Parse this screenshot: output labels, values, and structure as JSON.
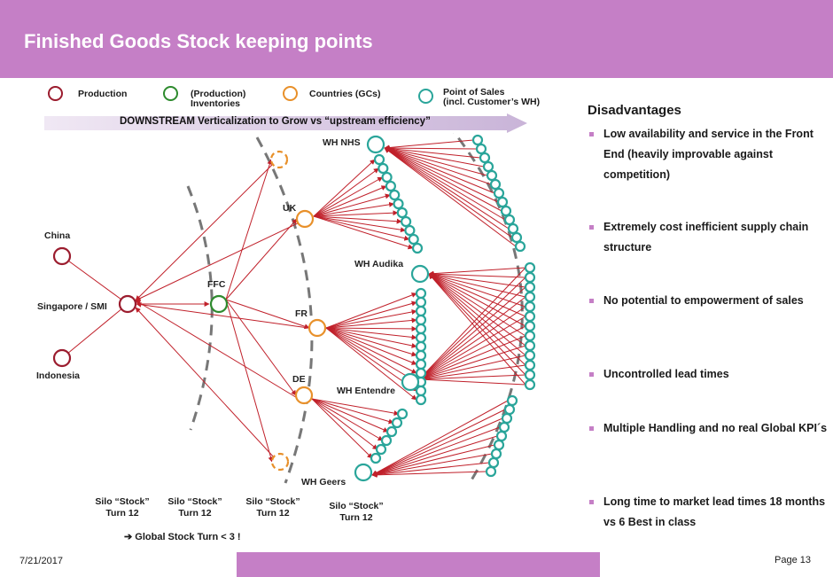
{
  "title": "Finished Goods Stock keeping points",
  "legend": [
    {
      "label": "Production",
      "color": "#9b1c2e"
    },
    {
      "label": "(Production)\nInventories",
      "color": "#2e8b2e"
    },
    {
      "label": "Countries (GCs)",
      "color": "#e8902a"
    },
    {
      "label": "Point of Sales\n(incl. Customer’s WH)",
      "color": "#2aa59a"
    }
  ],
  "banner": "DOWNSTREAM Verticalization to Grow vs “upstream efficiency”",
  "nodes": {
    "china": "China",
    "singapore": "Singapore / SMI",
    "indonesia": "Indonesia",
    "ffc": "FFC",
    "uk": "UK",
    "fr": "FR",
    "de": "DE",
    "wh_nhs": "WH NHS",
    "wh_audika": "WH Audika",
    "wh_entendre": "WH Entendre",
    "wh_geers": "WH Geers"
  },
  "silos": [
    {
      "line1": "Silo “Stock”",
      "line2": "Turn 12"
    },
    {
      "line1": "Silo “Stock”",
      "line2": "Turn 12"
    },
    {
      "line1": "Silo “Stock”",
      "line2": "Turn 12"
    },
    {
      "line1": "Silo “Stock”",
      "line2": "Turn 12"
    }
  ],
  "global_turn": "➔ Global Stock Turn < 3 !",
  "disadvantages": {
    "title": "Disadvantages",
    "items": [
      "Low availability  and service in the Front End (heavily  improvable against competition)",
      "Extremely cost inefficient supply chain structure",
      "No potential to empowerment of sales",
      "Uncontrolled lead times",
      "Multiple Handling and no real Global KPI´s",
      "Long time to market lead times 18 months vs 6 Best in class"
    ]
  },
  "footer": {
    "date": "7/21/2017",
    "page": "Page 13"
  },
  "colors": {
    "accent": "#c57fc6",
    "arrow": "#c0202a",
    "production": "#9b1c2e",
    "inventory": "#2e8b2e",
    "country": "#e8902a",
    "pos": "#2aa59a"
  }
}
